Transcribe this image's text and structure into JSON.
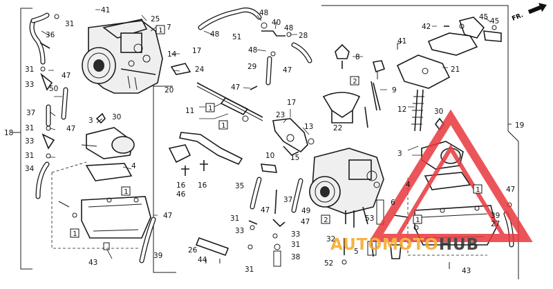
{
  "orientation": {
    "label": "FR."
  },
  "watermark": {
    "part1": "AUTOMOTO",
    "part2": "HUB",
    "color_primary": "#e8383d",
    "color_secondary": "#f5a623",
    "color_dark": "#2b2b2b"
  },
  "callouts": [
    {
      "id": "c41a",
      "text": "41"
    },
    {
      "id": "c25",
      "text": "25"
    },
    {
      "id": "c7",
      "text": "7"
    },
    {
      "id": "c31a",
      "text": "31"
    },
    {
      "id": "c36",
      "text": "36"
    },
    {
      "id": "c14",
      "text": "14"
    },
    {
      "id": "c17a",
      "text": "17"
    },
    {
      "id": "c24",
      "text": "24"
    },
    {
      "id": "c20",
      "text": "20"
    },
    {
      "id": "c31b",
      "text": "31"
    },
    {
      "id": "c47a",
      "text": "47"
    },
    {
      "id": "c33a",
      "text": "33"
    },
    {
      "id": "c50",
      "text": "50"
    },
    {
      "id": "c37a",
      "text": "37"
    },
    {
      "id": "c31c",
      "text": "31"
    },
    {
      "id": "c47b",
      "text": "47"
    },
    {
      "id": "c18",
      "text": "18"
    },
    {
      "id": "c33b",
      "text": "33"
    },
    {
      "id": "c31d",
      "text": "31"
    },
    {
      "id": "c34",
      "text": "34"
    },
    {
      "id": "c30a",
      "text": "30"
    },
    {
      "id": "c3a",
      "text": "3"
    },
    {
      "id": "c4a",
      "text": "4"
    },
    {
      "id": "c47c",
      "text": "47"
    },
    {
      "id": "c39a",
      "text": "39"
    },
    {
      "id": "c43a",
      "text": "43"
    },
    {
      "id": "c48a",
      "text": "48"
    },
    {
      "id": "c40",
      "text": "40"
    },
    {
      "id": "c48b",
      "text": "48"
    },
    {
      "id": "c48c",
      "text": "48"
    },
    {
      "id": "c51",
      "text": "51"
    },
    {
      "id": "c28",
      "text": "28"
    },
    {
      "id": "c48d",
      "text": "48"
    },
    {
      "id": "c29",
      "text": "29"
    },
    {
      "id": "c47d",
      "text": "47"
    },
    {
      "id": "c47e",
      "text": "47"
    },
    {
      "id": "c11",
      "text": "11"
    },
    {
      "id": "c23",
      "text": "23"
    },
    {
      "id": "c17b",
      "text": "17"
    },
    {
      "id": "c13",
      "text": "13"
    },
    {
      "id": "c10",
      "text": "10"
    },
    {
      "id": "c15",
      "text": "15"
    },
    {
      "id": "c16a",
      "text": "16"
    },
    {
      "id": "c46a",
      "text": "46"
    },
    {
      "id": "c16b",
      "text": "16"
    },
    {
      "id": "c35",
      "text": "35"
    },
    {
      "id": "c37b",
      "text": "37"
    },
    {
      "id": "c49",
      "text": "49"
    },
    {
      "id": "c31e",
      "text": "31"
    },
    {
      "id": "c47f",
      "text": "47"
    },
    {
      "id": "c47g",
      "text": "47"
    },
    {
      "id": "c33c",
      "text": "33"
    },
    {
      "id": "c33d",
      "text": "33"
    },
    {
      "id": "c31f",
      "text": "31"
    },
    {
      "id": "c38",
      "text": "38"
    },
    {
      "id": "c26",
      "text": "26"
    },
    {
      "id": "c44",
      "text": "44"
    },
    {
      "id": "c31g",
      "text": "31"
    },
    {
      "id": "c42",
      "text": "42"
    },
    {
      "id": "c45a",
      "text": "45"
    },
    {
      "id": "c45b",
      "text": "45"
    },
    {
      "id": "c41b",
      "text": "41"
    },
    {
      "id": "c8",
      "text": "8"
    },
    {
      "id": "c21",
      "text": "21"
    },
    {
      "id": "c9",
      "text": "9"
    },
    {
      "id": "c12",
      "text": "12"
    },
    {
      "id": "c30b",
      "text": "30"
    },
    {
      "id": "c22",
      "text": "22"
    },
    {
      "id": "c19",
      "text": "19"
    },
    {
      "id": "c3b",
      "text": "3"
    },
    {
      "id": "c4b",
      "text": "4"
    },
    {
      "id": "c6",
      "text": "6"
    },
    {
      "id": "c53",
      "text": "53"
    },
    {
      "id": "c32",
      "text": "32"
    },
    {
      "id": "c5",
      "text": "5"
    },
    {
      "id": "c52",
      "text": "52"
    },
    {
      "id": "c47h",
      "text": "47"
    },
    {
      "id": "c39b",
      "text": "39"
    },
    {
      "id": "c27",
      "text": "27"
    },
    {
      "id": "c43b",
      "text": "43"
    }
  ],
  "boxed": [
    {
      "id": "b1a",
      "text": "1"
    },
    {
      "id": "b1b",
      "text": "1"
    },
    {
      "id": "b1c",
      "text": "1"
    },
    {
      "id": "b1d",
      "text": "1"
    },
    {
      "id": "b2a",
      "text": "2"
    },
    {
      "id": "b2b",
      "text": "2"
    },
    {
      "id": "b1e",
      "text": "1"
    },
    {
      "id": "b1f",
      "text": "1"
    },
    {
      "id": "b1g",
      "text": "1"
    }
  ]
}
